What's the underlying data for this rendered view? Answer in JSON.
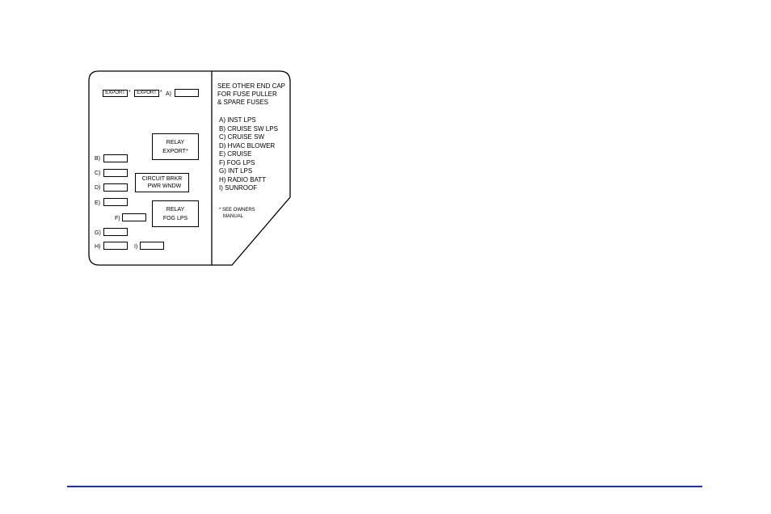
{
  "fuse_block": {
    "export_tags": [
      "EXPORT",
      "EXPORT"
    ],
    "asterisk": "*",
    "slots": {
      "a": "A)",
      "b": "B)",
      "c": "C)",
      "d": "D)",
      "e": "E)",
      "f": "F)",
      "g": "G)",
      "h": "H)",
      "i": "I)"
    },
    "relay_export": [
      "RELAY",
      "EXPORT*"
    ],
    "circuit_breaker": [
      "CIRCUIT BRKR",
      "PWR WNDW"
    ],
    "relay_fog": [
      "RELAY",
      "FOG LPS"
    ]
  },
  "info_panel": {
    "header": [
      "SEE OTHER END CAP",
      "FOR FUSE PULLER",
      "& SPARE FUSES"
    ],
    "legend": [
      "A) INST LPS",
      "B) CRUISE SW LPS",
      "C) CRUISE SW",
      "D) HVAC BLOWER",
      "E) CRUISE",
      "F) FOG LPS",
      "G) INT LPS",
      "H) RADIO BATT",
      "I) SUNROOF"
    ],
    "note": [
      "* SEE OWNERS",
      "MANUAL"
    ]
  },
  "colors": {
    "rule": "#1c2fd1",
    "ink": "#000000"
  }
}
